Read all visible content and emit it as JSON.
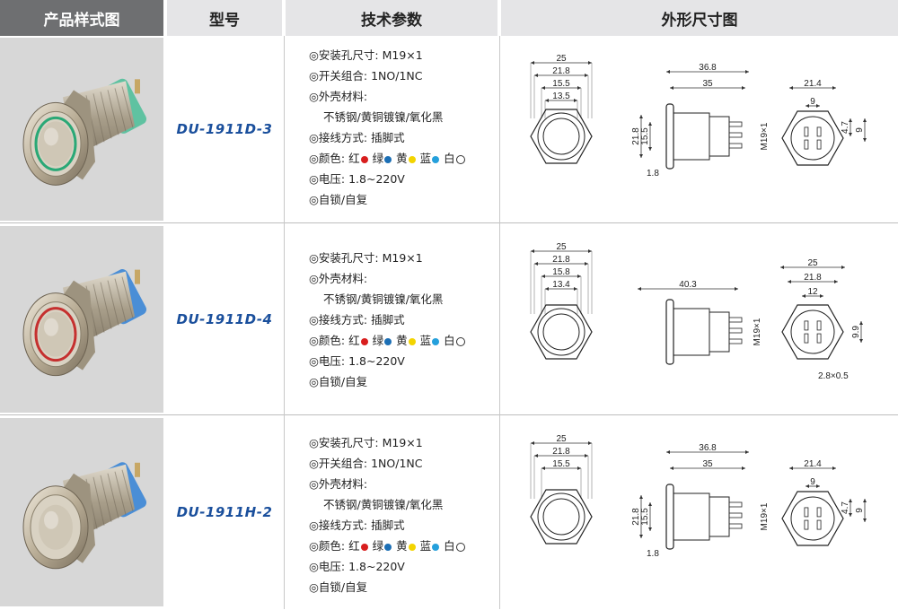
{
  "header": {
    "photo_label": "产品样式图",
    "model_label": "型号",
    "spec_label": "技术参数",
    "drawing_label": "外形尺寸图"
  },
  "colors": {
    "header_dark": "#6e6f71",
    "header_light": "#e5e5e7",
    "model_text": "#1a4f9c",
    "photo_bg": "#d7d7d7",
    "red": "#d81e1e",
    "green": "#1c6fb5",
    "yellow": "#f3d400",
    "blue": "#25a0dc"
  },
  "rows": [
    {
      "model": "DU-1911D-3",
      "ring_color": "green",
      "specs": [
        {
          "text": "◎安装孔尺寸:  M19×1"
        },
        {
          "text": "◎开关组合:  1NO/1NC"
        },
        {
          "text": "◎外壳材料:"
        },
        {
          "text": "不锈钢/黄铜镀镍/氧化黑",
          "indent": true
        },
        {
          "text": "◎接线方式:  插脚式"
        },
        {
          "text": "◎颜色:  ",
          "colors": true
        },
        {
          "text": "◎电压:  1.8~220V"
        },
        {
          "text": "◎自锁/自复"
        }
      ],
      "dims": {
        "front": [
          "25",
          "21.8",
          "15.5",
          "13.5"
        ],
        "side": [
          "36.8",
          "35",
          "21.8",
          "15.5",
          "1.8",
          "M19×1"
        ],
        "back": [
          "21.4",
          "9",
          "4.7",
          "9"
        ]
      }
    },
    {
      "model": "DU-1911D-4",
      "ring_color": "red",
      "specs": [
        {
          "text": "◎安装孔尺寸:  M19×1"
        },
        {
          "text": "◎外壳材料:"
        },
        {
          "text": "不锈钢/黄铜镀镍/氧化黑",
          "indent": true
        },
        {
          "text": "◎接线方式:  插脚式"
        },
        {
          "text": "◎颜色:  ",
          "colors": true
        },
        {
          "text": "◎电压:  1.8~220V"
        },
        {
          "text": "◎自锁/自复"
        }
      ],
      "dims": {
        "front": [
          "25",
          "21.8",
          "15.8",
          "13.4"
        ],
        "side": [
          "40.3",
          "M19×1"
        ],
        "back": [
          "25",
          "21.8",
          "12",
          "9.9",
          "2.8×0.5"
        ]
      }
    },
    {
      "model": "DU-1911H-2",
      "ring_color": "none",
      "specs": [
        {
          "text": "◎安装孔尺寸:  M19×1"
        },
        {
          "text": "◎开关组合:  1NO/1NC"
        },
        {
          "text": "◎外壳材料:"
        },
        {
          "text": "不锈钢/黄铜镀镍/氧化黑",
          "indent": true
        },
        {
          "text": "◎接线方式:  插脚式"
        },
        {
          "text": "◎颜色:  ",
          "colors": true
        },
        {
          "text": "◎电压:  1.8~220V"
        },
        {
          "text": "◎自锁/自复"
        }
      ],
      "dims": {
        "front": [
          "25",
          "21.8",
          "15.5"
        ],
        "side": [
          "36.8",
          "35",
          "21.8",
          "15.5",
          "1.8",
          "M19×1"
        ],
        "back": [
          "21.4",
          "9",
          "4.7",
          "9"
        ]
      }
    }
  ],
  "color_legend": [
    {
      "label": "红",
      "color": "#d81e1e"
    },
    {
      "label": "绿",
      "color": "#1c6fb5"
    },
    {
      "label": "黄",
      "color": "#f3d400"
    },
    {
      "label": "蓝",
      "color": "#25a0dc"
    },
    {
      "label": "白",
      "color": "#ffffff"
    }
  ]
}
